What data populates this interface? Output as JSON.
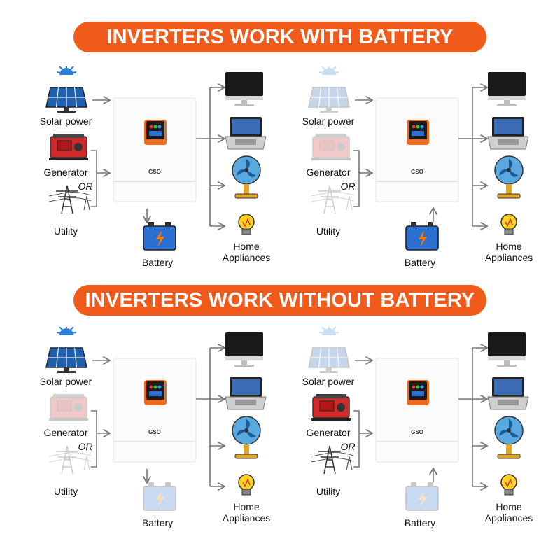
{
  "colors": {
    "banner": "#f05a1a",
    "arrow": "#777777"
  },
  "sections": [
    {
      "banner": "INVERTERS WORK WITH BATTERY",
      "panels": [
        {
          "solar": "Solar power",
          "generator": "Generator",
          "or": "OR",
          "utility": "Utility",
          "battery": "Battery",
          "home_line1": "Home",
          "home_line2": "Appliances",
          "brand": "GSO",
          "active": {
            "solar": true,
            "generator": true,
            "utility": true,
            "battery": true
          },
          "battery_flow": "charge"
        },
        {
          "solar": "Solar power",
          "generator": "Generator",
          "or": "OR",
          "utility": "Utility",
          "battery": "Battery",
          "home_line1": "Home",
          "home_line2": "Appliances",
          "brand": "GSO",
          "active": {
            "solar": false,
            "generator": false,
            "utility": false,
            "battery": true
          },
          "battery_flow": "discharge"
        }
      ]
    },
    {
      "banner": "INVERTERS WORK WITHOUT BATTERY",
      "panels": [
        {
          "solar": "Solar power",
          "generator": "Generator",
          "or": "OR",
          "utility": "Utility",
          "battery": "Battery",
          "home_line1": "Home",
          "home_line2": "Appliances",
          "brand": "GSO",
          "active": {
            "solar": true,
            "generator": false,
            "utility": false,
            "battery": false
          },
          "battery_flow": "charge"
        },
        {
          "solar": "Solar power",
          "generator": "Generator",
          "or": "OR",
          "utility": "Utility",
          "battery": "Battery",
          "home_line1": "Home",
          "home_line2": "Appliances",
          "brand": "GSO",
          "active": {
            "solar": false,
            "generator": true,
            "utility": true,
            "battery": false
          },
          "battery_flow": "discharge"
        }
      ]
    }
  ]
}
